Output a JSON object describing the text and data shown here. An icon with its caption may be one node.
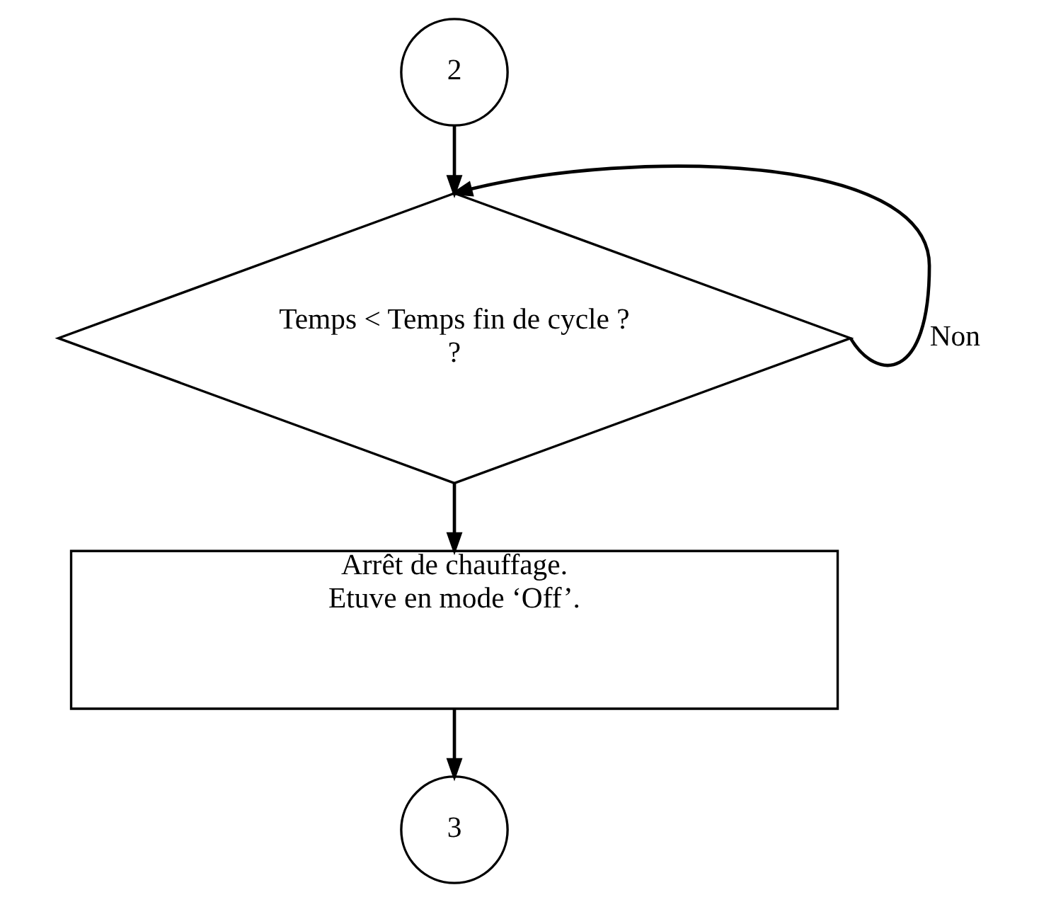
{
  "diagram": {
    "nodes": [
      {
        "text": [
          "2"
        ]
      },
      {
        "text": [
          "Temps < Temps fin de cycle ?",
          "?"
        ]
      },
      {
        "text": [
          "Arrêt de chauffage.",
          "Etuve en mode ‘Off’."
        ]
      },
      {
        "text": [
          "3"
        ]
      }
    ],
    "edges": [
      {
        "from": 0,
        "to": 1,
        "arrow": "to"
      },
      {
        "from": 1,
        "to": 1,
        "arrow": "to",
        "label": "Non"
      },
      {
        "from": 1,
        "to": 2,
        "arrow": "to"
      },
      {
        "from": 2,
        "to": 3,
        "arrow": "to"
      }
    ]
  }
}
